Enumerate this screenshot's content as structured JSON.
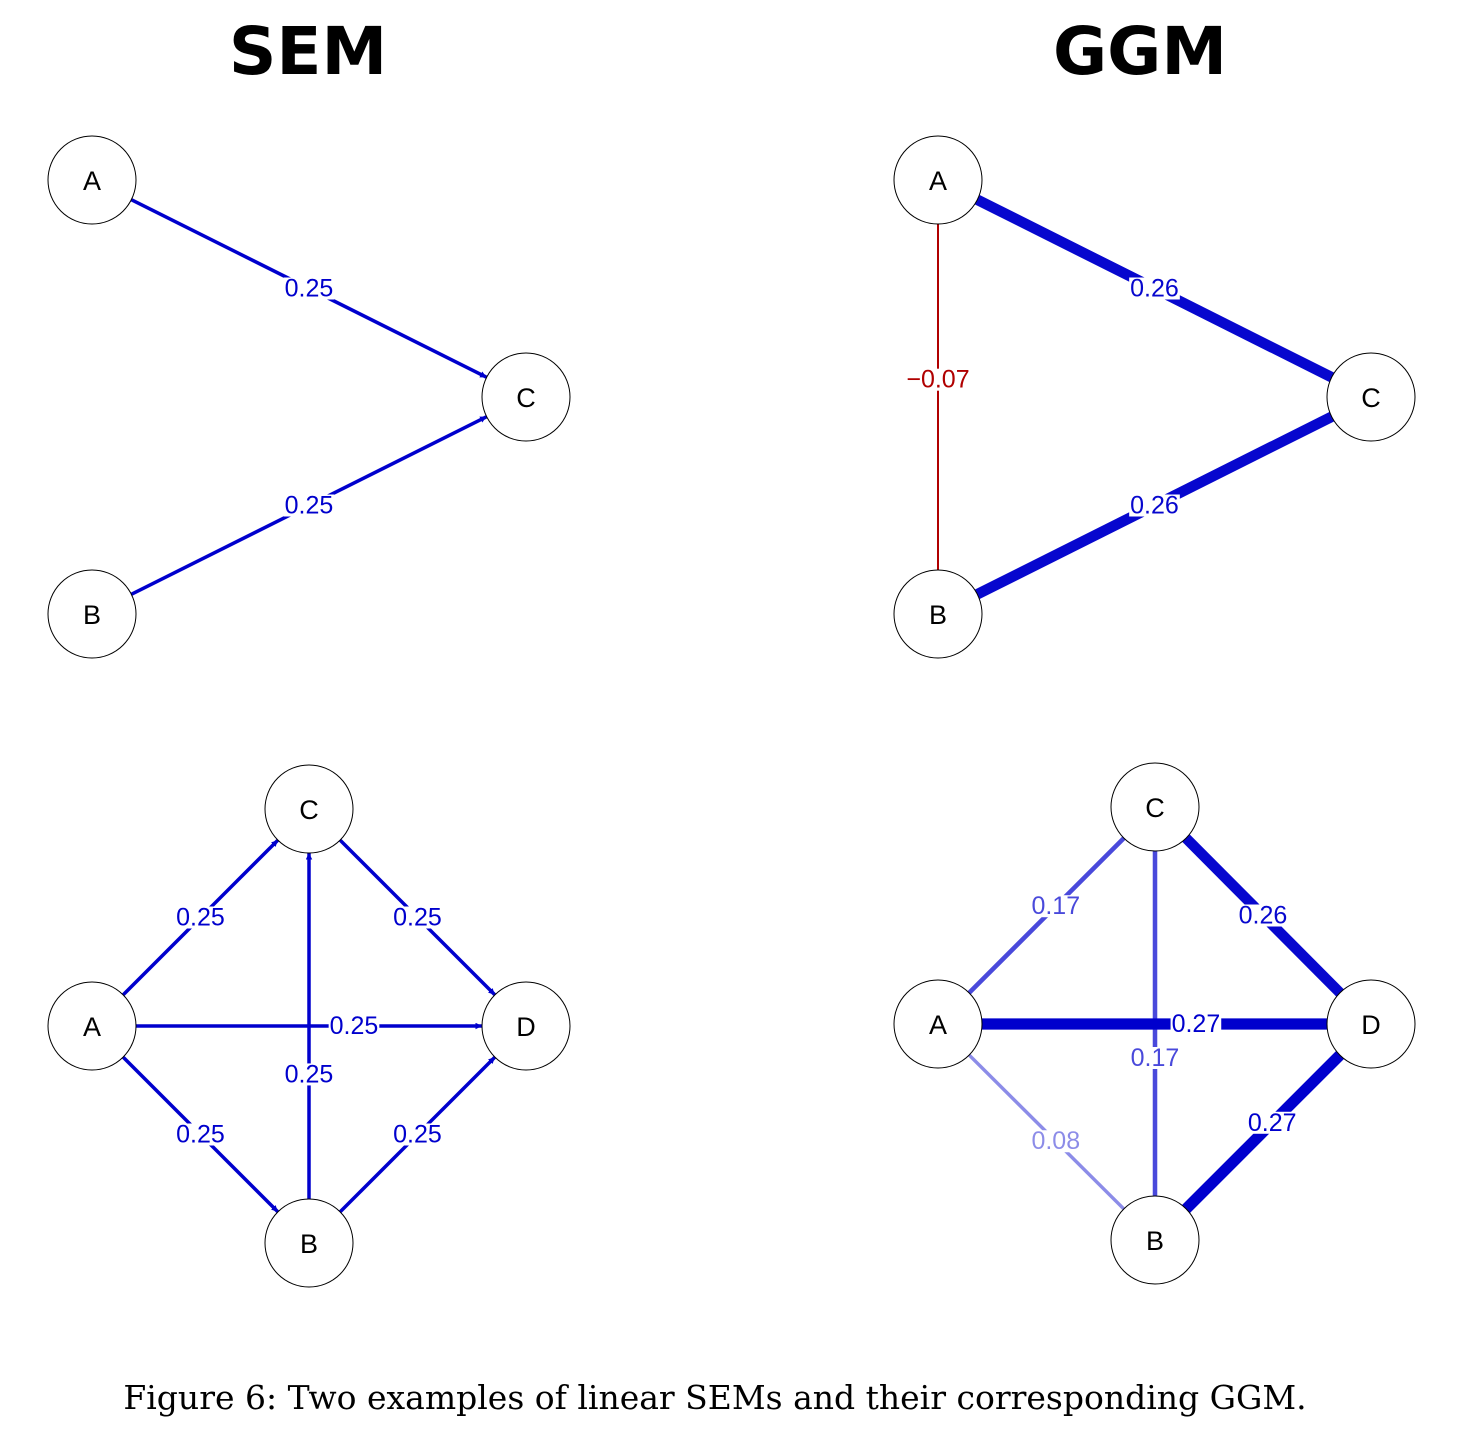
{
  "titles": {
    "sem": "SEM",
    "ggm": "GGM"
  },
  "caption": "Figure 6: Two examples of linear SEMs and their corresponding GGM.",
  "colors": {
    "positive": "#0000cd",
    "negative": "#b00000",
    "node_fill": "#ffffff",
    "node_stroke": "#000000"
  },
  "graphs": {
    "sem1": {
      "type": "directed",
      "nodes": [
        "A",
        "B",
        "C"
      ],
      "edges": [
        {
          "from": "A",
          "to": "C",
          "label": "0.25"
        },
        {
          "from": "B",
          "to": "C",
          "label": "0.25"
        }
      ]
    },
    "ggm1": {
      "type": "undirected",
      "nodes": [
        "A",
        "B",
        "C"
      ],
      "edges": [
        {
          "from": "A",
          "to": "C",
          "label": "0.26",
          "weight": 0.26
        },
        {
          "from": "B",
          "to": "C",
          "label": "0.26",
          "weight": 0.26
        },
        {
          "from": "A",
          "to": "B",
          "label": "−0.07",
          "weight": -0.07
        }
      ]
    },
    "sem2": {
      "type": "directed",
      "nodes": [
        "A",
        "B",
        "C",
        "D"
      ],
      "edges": [
        {
          "from": "A",
          "to": "C",
          "label": "0.25"
        },
        {
          "from": "C",
          "to": "D",
          "label": "0.25"
        },
        {
          "from": "B",
          "to": "C",
          "label": "0.25"
        },
        {
          "from": "A",
          "to": "D",
          "label": "0.25"
        },
        {
          "from": "A",
          "to": "B",
          "label": "0.25"
        },
        {
          "from": "B",
          "to": "D",
          "label": "0.25"
        }
      ]
    },
    "ggm2": {
      "type": "undirected",
      "nodes": [
        "A",
        "B",
        "C",
        "D"
      ],
      "edges": [
        {
          "from": "A",
          "to": "C",
          "label": "0.17",
          "weight": 0.17
        },
        {
          "from": "C",
          "to": "D",
          "label": "0.26",
          "weight": 0.26
        },
        {
          "from": "B",
          "to": "C",
          "label": "0.17",
          "weight": 0.17
        },
        {
          "from": "A",
          "to": "D",
          "label": "0.27",
          "weight": 0.27
        },
        {
          "from": "A",
          "to": "B",
          "label": "0.08",
          "weight": 0.08
        },
        {
          "from": "B",
          "to": "D",
          "label": "0.27",
          "weight": 0.27
        }
      ]
    }
  }
}
